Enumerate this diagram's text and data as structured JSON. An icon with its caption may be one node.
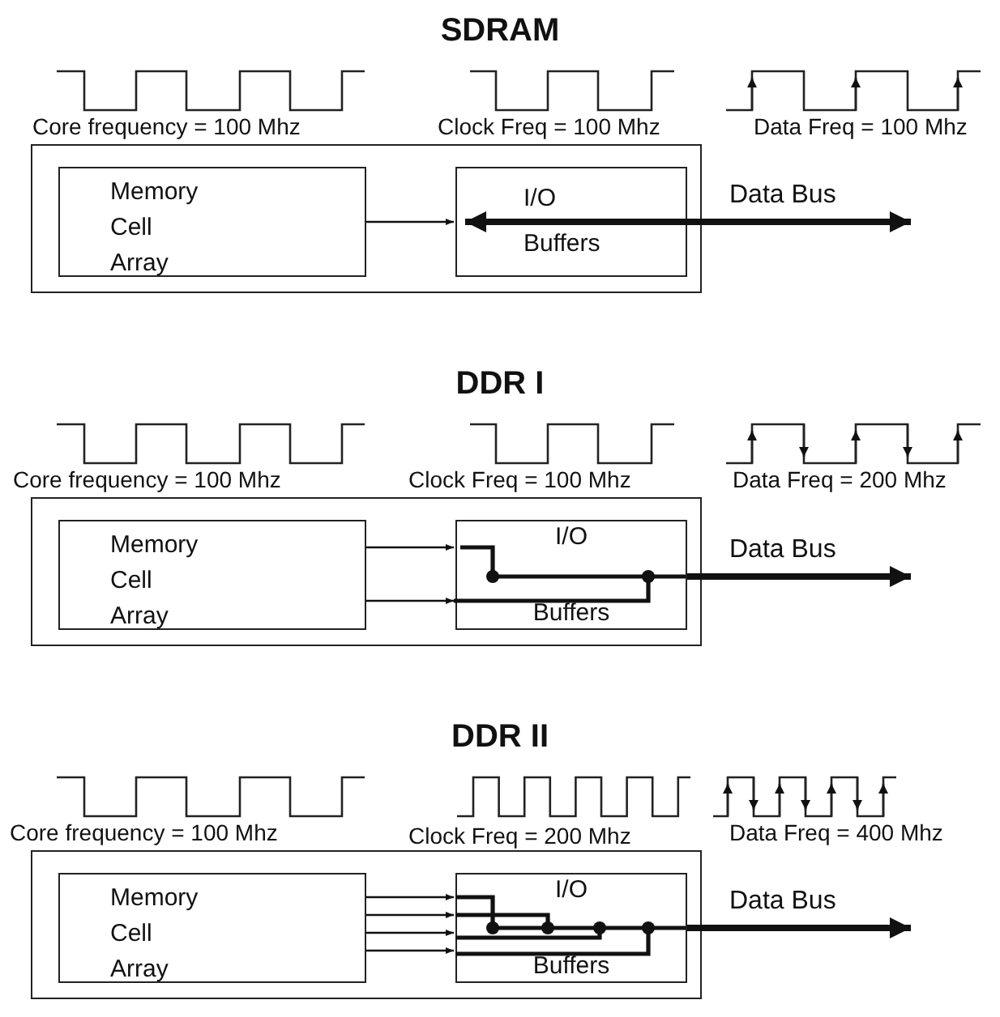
{
  "diagram": {
    "nodes": [
      {
        "text": [],
        "shape": "box"
      },
      {
        "text": [
          "Memory Cell Array"
        ],
        "in": 0
      },
      {
        "text": [
          "I/O",
          "Buffers"
        ],
        "in": 0
      },
      {
        "text": [],
        "shape": "box"
      },
      {
        "text": [
          "Memory Cell Array"
        ],
        "in": 3
      },
      {
        "text": [
          "I/O",
          "Buffers"
        ],
        "in": 3
      },
      {
        "text": [],
        "shape": "box"
      },
      {
        "text": [
          "Memory Cell Array"
        ],
        "in": 6
      },
      {
        "text": [
          "I/O",
          "Buffers"
        ],
        "in": 6
      }
    ],
    "edges": [
      {
        "from": 1,
        "to": 2,
        "arrow": "to"
      },
      {
        "from": 2,
        "to": null,
        "arrow": "both",
        "label": "Data Bus",
        "style": "thick"
      },
      {
        "from": 4,
        "to": 5,
        "arrow": "to"
      },
      {
        "from": 4,
        "to": 5,
        "arrow": "to"
      },
      {
        "from": 5,
        "to": null,
        "arrow": "to",
        "label": "Data Bus",
        "style": "thick"
      },
      {
        "from": 7,
        "to": 8,
        "arrow": "to"
      },
      {
        "from": 7,
        "to": 8,
        "arrow": "to"
      },
      {
        "from": 7,
        "to": 8,
        "arrow": "to"
      },
      {
        "from": 7,
        "to": 8,
        "arrow": "to"
      },
      {
        "from": 8,
        "to": null,
        "arrow": "to",
        "label": "Data Bus",
        "style": "thick"
      }
    ],
    "labels": [
      "SDRAM",
      "Core frequency = 100 Mhz",
      "Clock Freq = 100 Mhz",
      "Data Freq = 100 Mhz",
      "DDR I",
      "Core frequency = 100 Mhz",
      "Clock Freq = 100 Mhz",
      "Data Freq = 200 Mhz",
      "DDR II",
      "Core frequency = 100 Mhz",
      "Clock Freq = 200 Mhz",
      "Data Freq = 400 Mhz"
    ]
  }
}
